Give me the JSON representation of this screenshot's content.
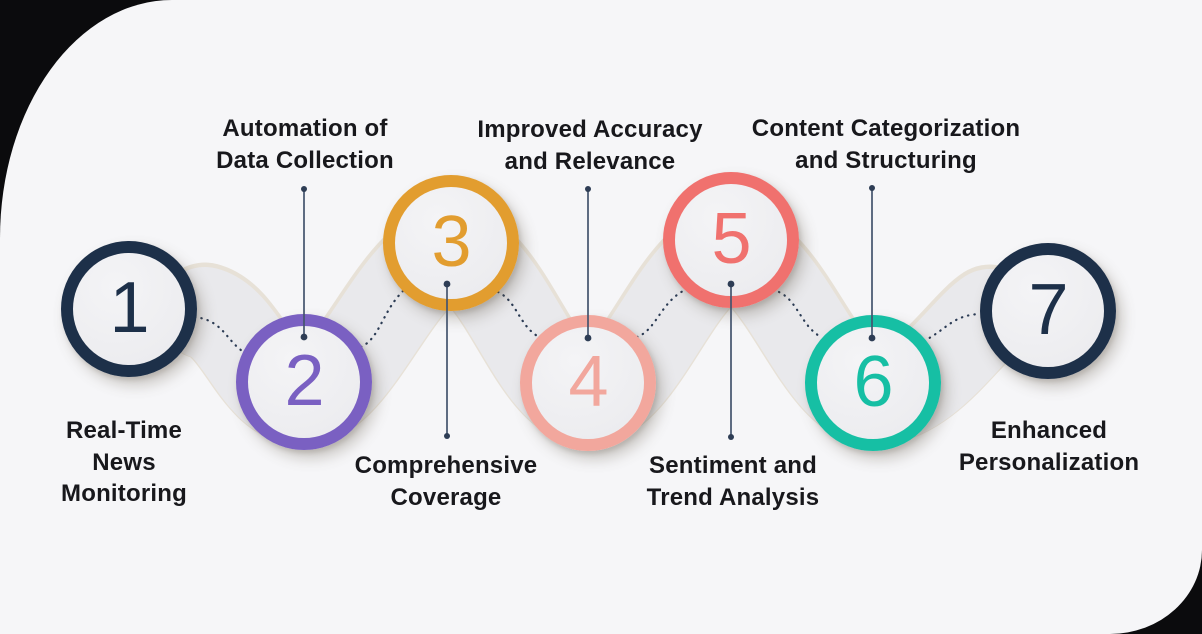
{
  "title": "7-step news process infographic",
  "colors": {
    "background": "#f6f6f8",
    "frame": "#0b0b0d",
    "wave_fill": "#e9e9ec",
    "wave_edge": "#dbcfbc",
    "connector_dots": "#2b3b54",
    "leader_line": "#44546e",
    "leader_dot": "#2e3d55",
    "label_text": "#18181c",
    "circle_inner": "#f0f0f2"
  },
  "steps": [
    {
      "number": "1",
      "label": "Real-Time\nNews\nMonitoring",
      "color": "#1d3049",
      "label_position": "below"
    },
    {
      "number": "2",
      "label": "Automation of\nData Collection",
      "color": "#7a60c2",
      "label_position": "above"
    },
    {
      "number": "3",
      "label": "Comprehensive\nCoverage",
      "color": "#e29d2f",
      "label_position": "below"
    },
    {
      "number": "4",
      "label": "Improved Accuracy\nand Relevance",
      "color": "#f2a79d",
      "label_position": "above"
    },
    {
      "number": "5",
      "label": "Sentiment and\nTrend Analysis",
      "color": "#f0716e",
      "label_position": "below"
    },
    {
      "number": "6",
      "label": "Content Categorization\nand Structuring",
      "color": "#16bfa4",
      "label_position": "above"
    },
    {
      "number": "7",
      "label": "Enhanced\nPersonalization",
      "color": "#1d3049",
      "label_position": "below"
    }
  ]
}
